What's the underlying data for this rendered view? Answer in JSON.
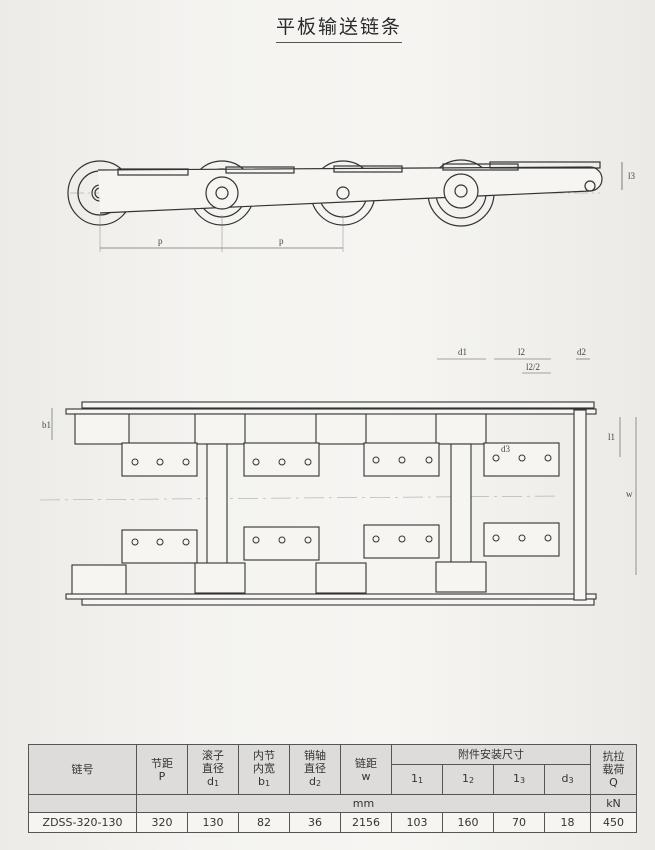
{
  "title": "平板输送链条",
  "drawing": {
    "side_view_labels": {
      "pitch_1": "p",
      "pitch_2": "p",
      "l3": "l3"
    },
    "top_view_labels": {
      "d1": "d1",
      "l2": "l2",
      "l2_half": "l2/2",
      "d2": "d2",
      "d3": "d3",
      "b1": "b1",
      "l1": "l1",
      "w": "w"
    }
  },
  "table": {
    "headers": {
      "chain_no": "链号",
      "pitch": {
        "line1": "节距",
        "line2": "P"
      },
      "roller_dia": {
        "line1": "滚子",
        "line2": "直径",
        "sym": "d",
        "sub": "1"
      },
      "inner_width": {
        "line1": "内节",
        "line2": "内宽",
        "sym": "b",
        "sub": "1"
      },
      "pin_dia": {
        "line1": "销轴",
        "line2": "直径",
        "sym": "d",
        "sub": "2"
      },
      "chain_span": {
        "line1": "链距",
        "line2": "w"
      },
      "attachment_group": "附件安装尺寸",
      "l1": {
        "sym": "1",
        "sub": "1"
      },
      "l2": {
        "sym": "1",
        "sub": "2"
      },
      "l3": {
        "sym": "1",
        "sub": "3"
      },
      "d3": {
        "sym": "d",
        "sub": "3"
      },
      "tensile": {
        "line1": "抗拉",
        "line2": "载荷",
        "line3": "Q"
      }
    },
    "units": {
      "mm": "mm",
      "kN": "kN"
    },
    "rows": [
      {
        "chain_no": "ZDSS-320-130",
        "P": "320",
        "d1": "130",
        "b1": "82",
        "d2": "36",
        "w": "2156",
        "l1": "103",
        "l2": "160",
        "l3": "70",
        "d3": "18",
        "Q": "450"
      }
    ]
  }
}
